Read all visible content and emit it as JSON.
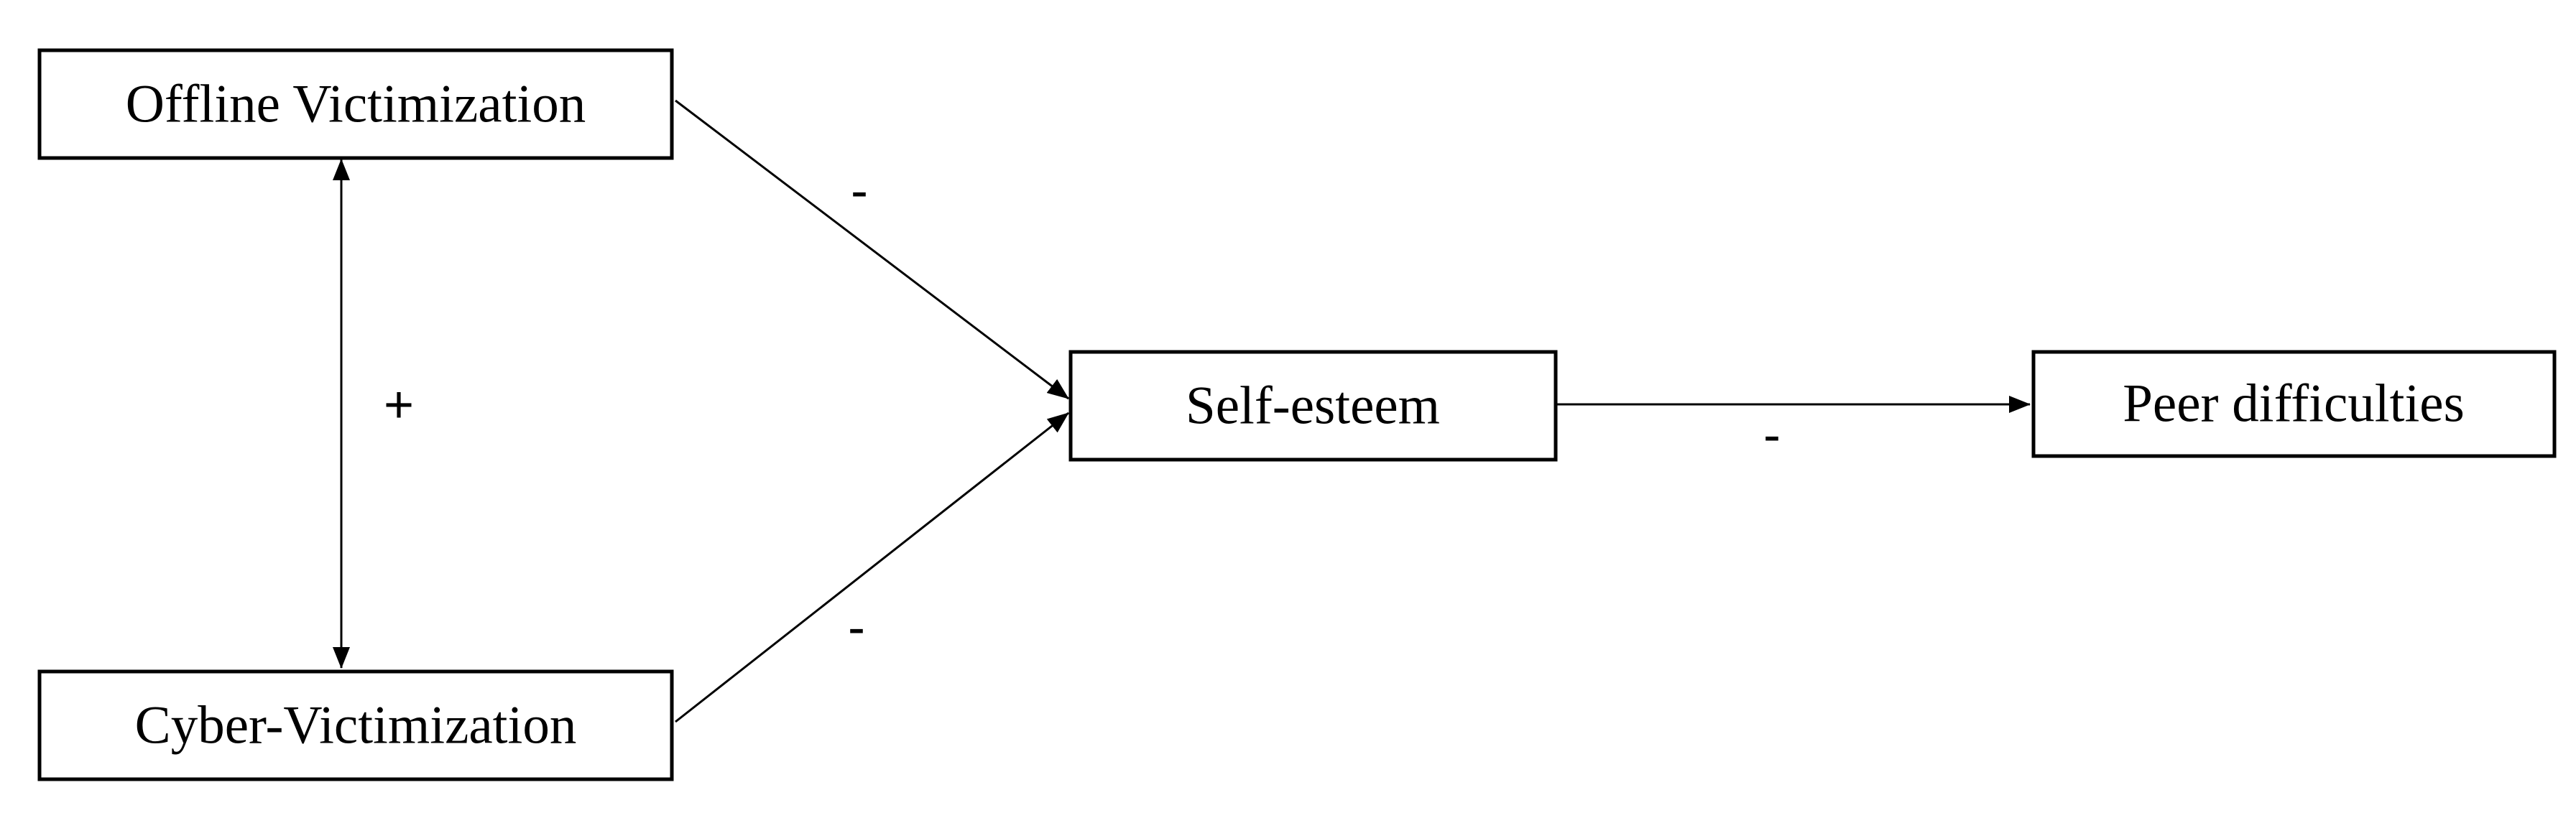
{
  "diagram": {
    "nodes": {
      "offline": {
        "label": "Offline Victimization"
      },
      "cyber": {
        "label": "Cyber-Victimization"
      },
      "self_esteem": {
        "label": "Self-esteem"
      },
      "peer": {
        "label": "Peer difficulties"
      }
    },
    "edges": {
      "offline_cyber": {
        "sign": "+"
      },
      "offline_self_esteem": {
        "sign": "-"
      },
      "cyber_self_esteem": {
        "sign": "-"
      },
      "self_esteem_peer": {
        "sign": "-"
      }
    },
    "colors": {
      "stroke": "#000000",
      "background": "#ffffff"
    }
  }
}
